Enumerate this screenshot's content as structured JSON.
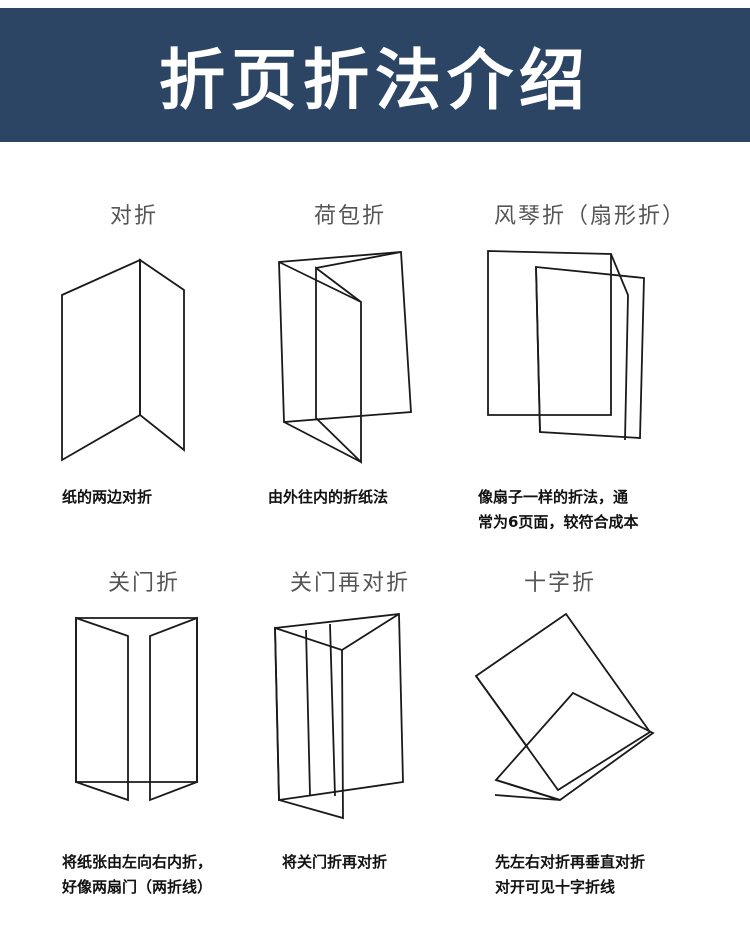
{
  "header": {
    "title": "折页折法介绍"
  },
  "colors": {
    "header_bg": "#2c4565",
    "header_text": "#ffffff"
  },
  "folds": [
    {
      "title": "对折",
      "desc": [
        "纸的两边对折"
      ]
    },
    {
      "title": "荷包折",
      "desc": [
        "由外往内的折纸法"
      ]
    },
    {
      "title": "风琴折（扇形折）",
      "desc": [
        "像扇子一样的折法，通",
        "常为6页面，较符合成本"
      ]
    },
    {
      "title": "关门折",
      "desc": [
        "将纸张由左向右内折，",
        "好像两扇门（两折线）"
      ]
    },
    {
      "title": "关门再对折",
      "desc": [
        "将关门折再对折"
      ]
    },
    {
      "title": "十字折",
      "desc": [
        "先左右对折再垂直对折",
        "对开可见十字折线"
      ]
    }
  ]
}
